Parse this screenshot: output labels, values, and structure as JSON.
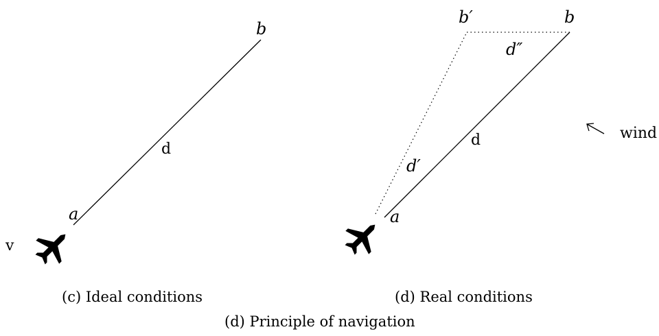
{
  "left_panel": {
    "point_a": "a",
    "point_b": "b",
    "path_label": "d",
    "speed_label": "v",
    "caption": "(c) Ideal conditions"
  },
  "right_panel": {
    "point_a": "a",
    "point_b": "b",
    "point_b_prime": "b′",
    "path_label": "d",
    "drift_path_label": "d′",
    "offset_label": "d″",
    "wind_label": "wind",
    "caption": "(d) Real conditions"
  },
  "figure_caption": "(d) Principle of navigation",
  "icons": {
    "plane": "airplane-icon",
    "wind": "wind-arrow-icon"
  },
  "colors": {
    "ink": "#000000",
    "background": "#ffffff"
  }
}
